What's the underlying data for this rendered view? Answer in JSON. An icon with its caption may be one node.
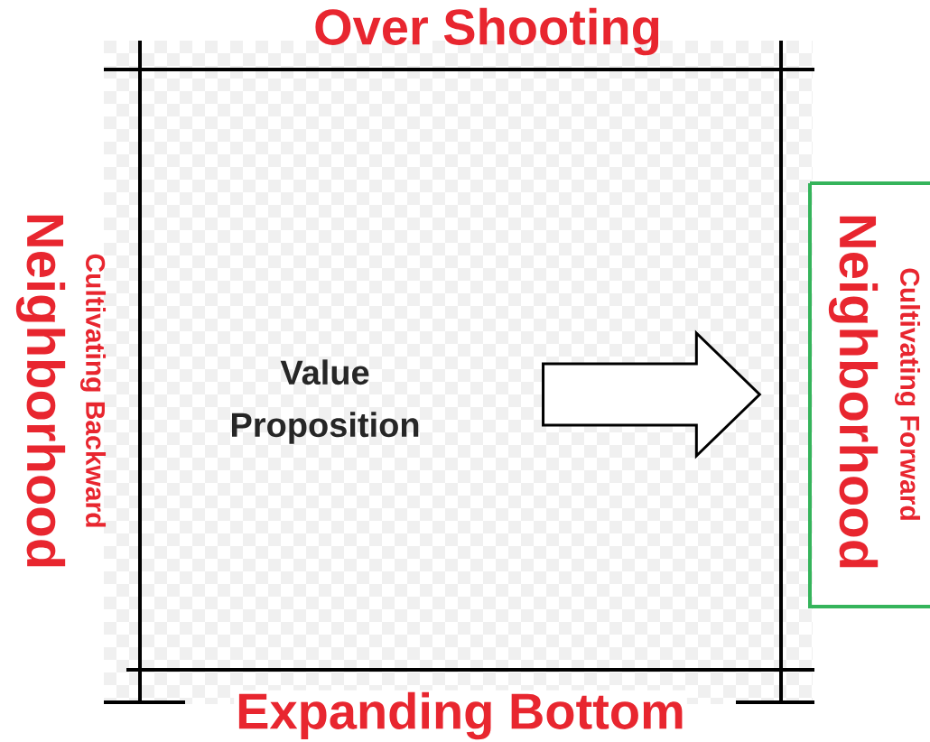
{
  "diagram": {
    "nodes": [
      {
        "text": [
          "Value Proposition"
        ]
      },
      {
        "text": [
          "Cultivating Forward",
          "Neighborhood"
        ]
      }
    ],
    "edges": [
      {
        "from": 0,
        "to": 1,
        "arrow": "to",
        "style": "thick"
      }
    ],
    "labels": [
      "Over Shooting",
      "Cultivating Backward",
      "Neighborhood",
      "Expanding Bottom"
    ]
  }
}
